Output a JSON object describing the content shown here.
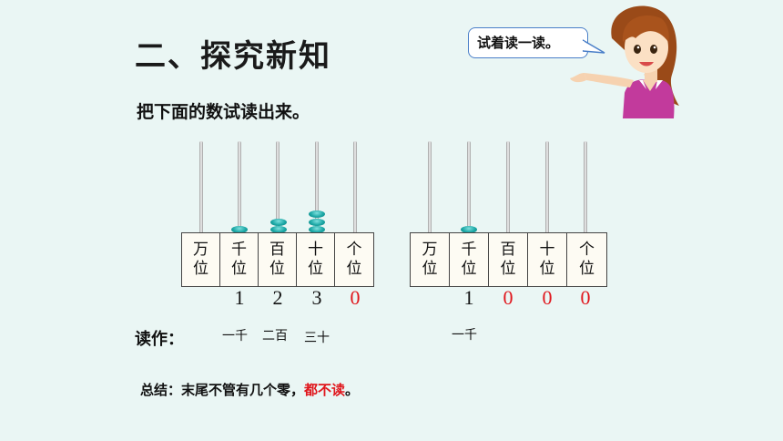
{
  "title": "二、探究新知",
  "instruction": "把下面的数试读出来。",
  "bubble": {
    "text": "试着读一读。"
  },
  "place_labels": [
    [
      "万",
      "位"
    ],
    [
      "千",
      "位"
    ],
    [
      "百",
      "位"
    ],
    [
      "十",
      "位"
    ],
    [
      "个",
      "位"
    ]
  ],
  "abacus_left": {
    "beads": [
      0,
      1,
      2,
      3,
      0
    ],
    "digits": [
      "",
      "1",
      "2",
      "3",
      "0"
    ]
  },
  "abacus_right": {
    "beads": [
      0,
      1,
      0,
      0,
      0
    ],
    "digits": [
      "",
      "1",
      "0",
      "0",
      "0"
    ]
  },
  "read_label": "读作：",
  "read_left": [
    "一千",
    "二百",
    "三十"
  ],
  "read_right": [
    "一千"
  ],
  "summary": {
    "prefix": "总结：末尾不管有几个零，",
    "emphasis": "都不读",
    "suffix": "。"
  },
  "colors": {
    "bead": "#1ba7a5",
    "red_digit": "#e0161c",
    "bubble_border": "#4a7fc8"
  }
}
